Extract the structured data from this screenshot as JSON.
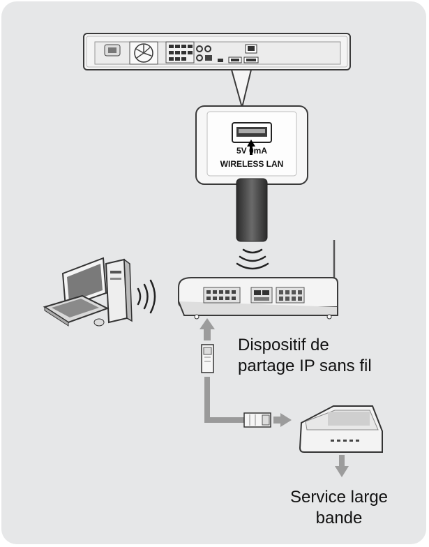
{
  "port_callout": {
    "rating": "5V  0mA",
    "port_name": "WIRELESS LAN"
  },
  "router_label": {
    "line1": "Dispositif de",
    "line2": "partage IP sans fil"
  },
  "broadband_label": {
    "line1": "Service large",
    "line2": "bande"
  },
  "colors": {
    "background_panel": "#e6e7e8",
    "device_body": "#f3f3f3",
    "outline": "#3a3a3a",
    "cable": "#9a9a9a",
    "arrow": "#9c9c9c"
  }
}
